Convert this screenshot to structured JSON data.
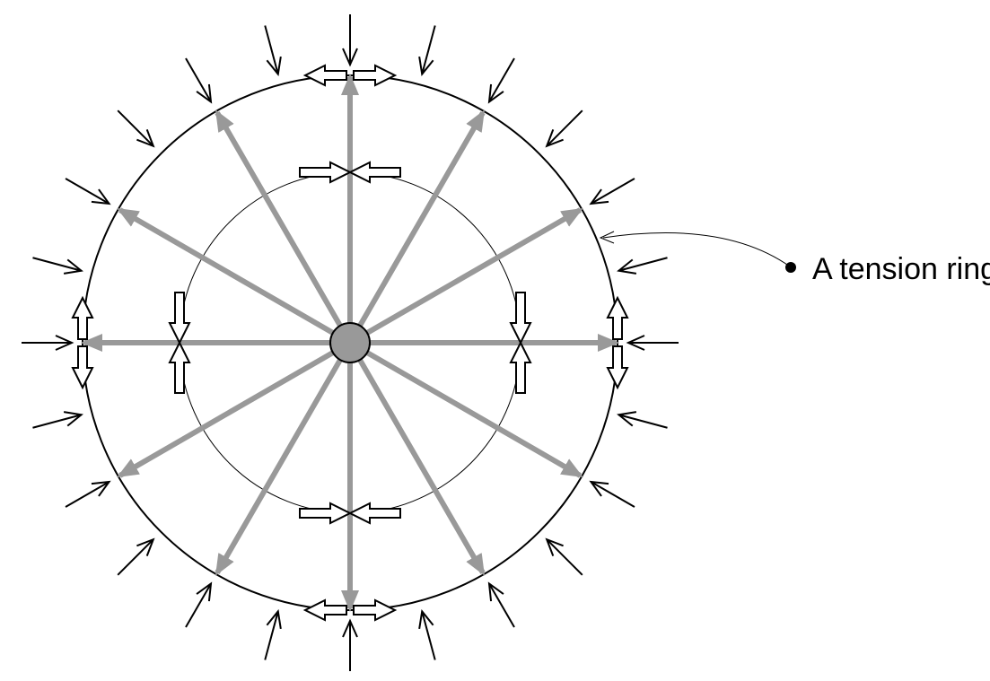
{
  "annotation": {
    "label": "A tension ring"
  },
  "colors": {
    "line": "#000000",
    "spoke": "#999999",
    "background": "#ffffff"
  },
  "structure": {
    "spoke_count": 12,
    "external_load_arrows": 24,
    "ring_force_pairs": 4
  }
}
